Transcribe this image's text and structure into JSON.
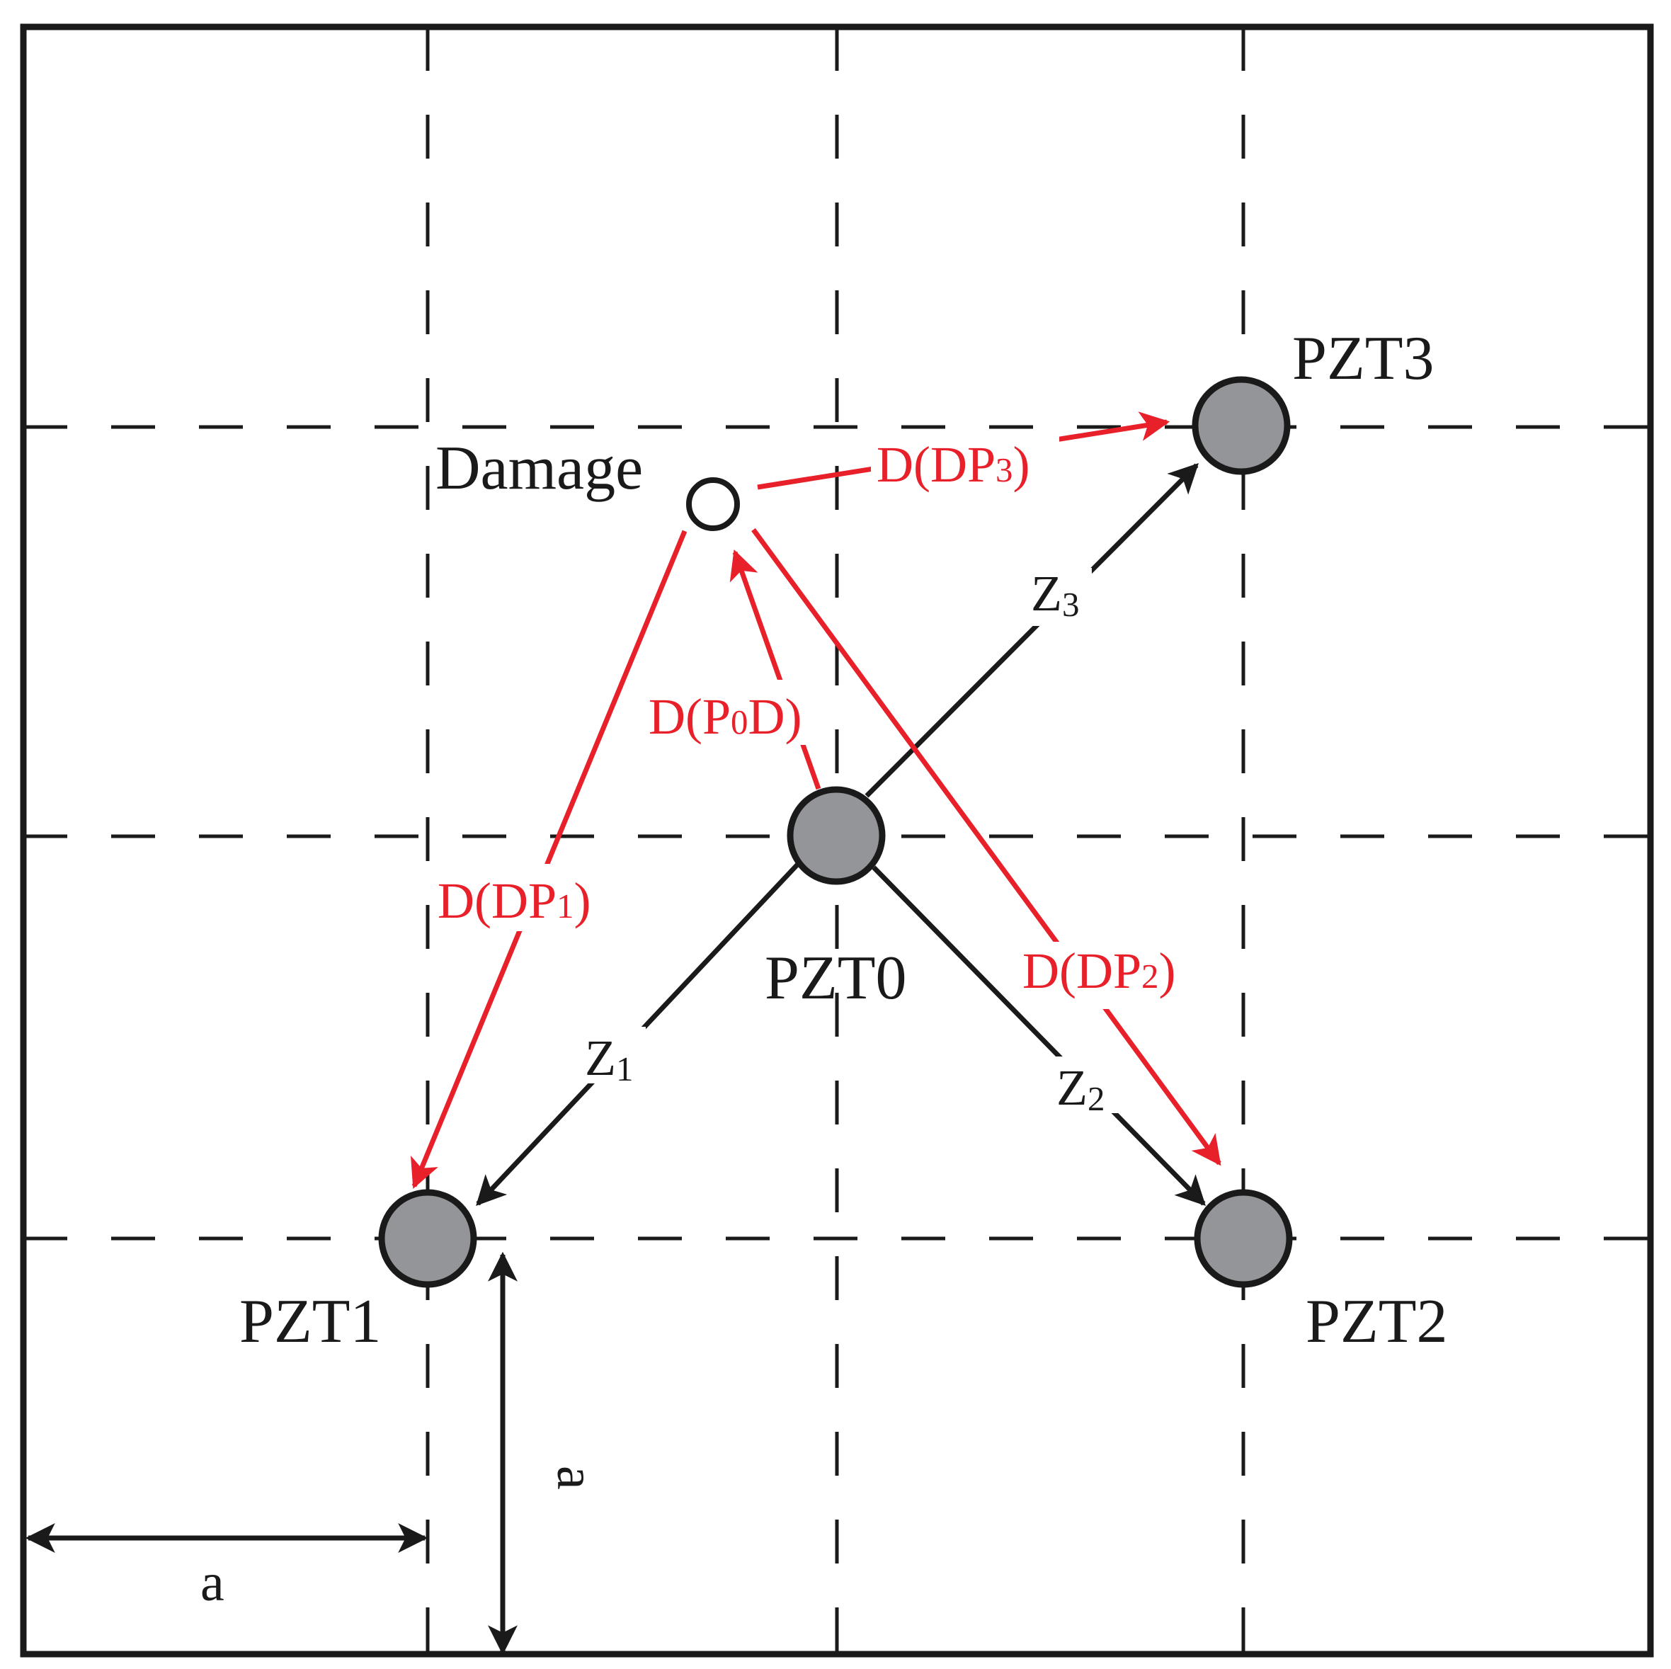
{
  "colors": {
    "black": "#1a1a1a",
    "red": "#e8202a",
    "node_fill": "#939598",
    "background": "#ffffff"
  },
  "labels": {
    "damage": "Damage",
    "pzt0": "PZT0",
    "pzt1": "PZT1",
    "pzt2": "PZT2",
    "pzt3": "PZT3",
    "z1": {
      "main": "Z",
      "sub": "1"
    },
    "z2": {
      "main": "Z",
      "sub": "2"
    },
    "z3": {
      "main": "Z",
      "sub": "3"
    },
    "d_p0d": {
      "pre": "D(P",
      "sub": "0",
      "post": "D)"
    },
    "d_dp1": {
      "pre": "D(DP",
      "sub": "1",
      "post": ")"
    },
    "d_dp2": {
      "pre": "D(DP",
      "sub": "2",
      "post": ")"
    },
    "d_dp3": {
      "pre": "D(DP",
      "sub": "3",
      "post": ")"
    },
    "dim_horizontal": "a",
    "dim_vertical": "a"
  }
}
